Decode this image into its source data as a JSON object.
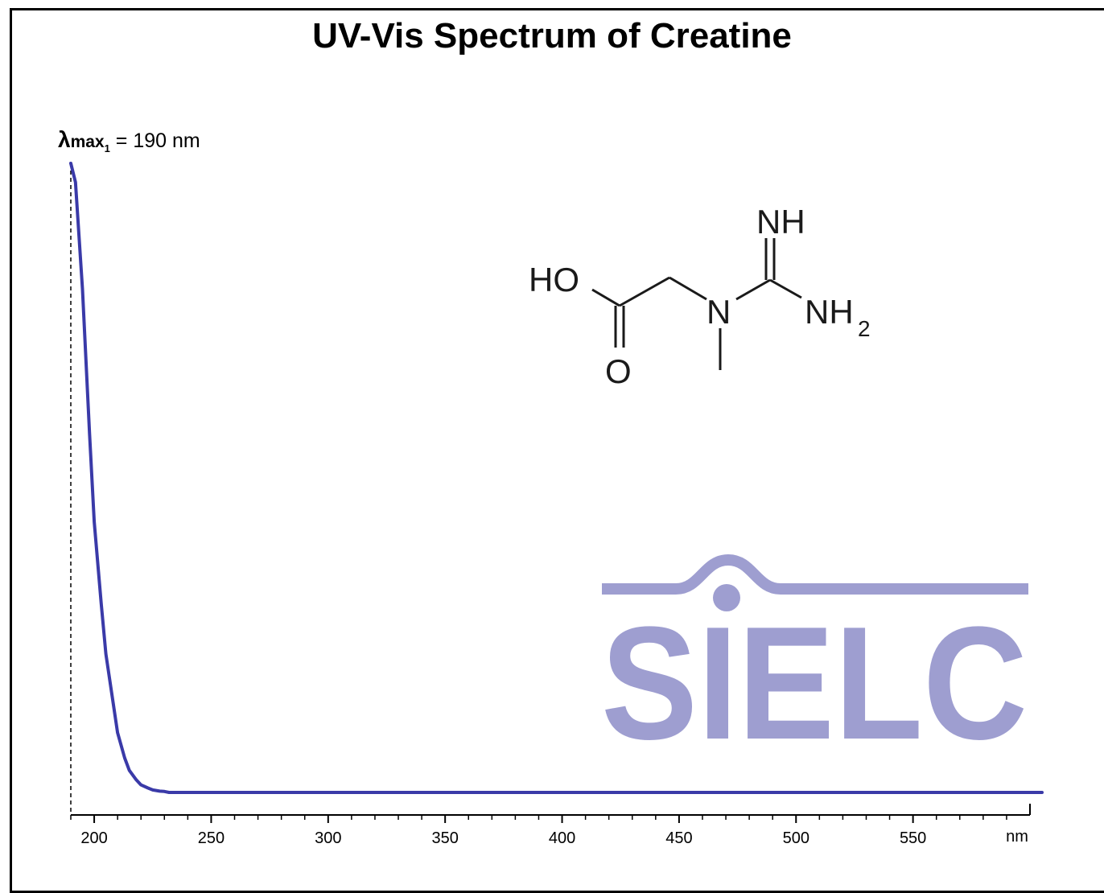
{
  "colors": {
    "line": "#3a3aa8",
    "logo": "#9e9ed0",
    "axis": "#000000",
    "molecule": "#1a1a1a"
  },
  "lambda_max": {
    "symbol": "λ",
    "max_text": "max",
    "subscript": "1",
    "value_text": " = 190 nm"
  },
  "molecule": {
    "labels": [
      "HO",
      "O",
      "N",
      "NH",
      "NH",
      "2"
    ]
  },
  "logo": {
    "text": "SIELC"
  },
  "chart_data": {
    "type": "line",
    "title": "UV-Vis Spectrum of Creatine",
    "xlabel": "nm",
    "ylabel": "",
    "xlim": [
      190,
      600
    ],
    "ylim": [
      0,
      1
    ],
    "x_tick_labels": [
      "200",
      "250",
      "300",
      "350",
      "400",
      "450",
      "500",
      "550"
    ],
    "x_ticks_major": [
      200,
      250,
      300,
      350,
      400,
      450,
      500,
      550
    ],
    "x_ticks_minor_step": 10,
    "x_unit_label": "nm",
    "lambda_max_nm": 190,
    "grid": false,
    "series": [
      {
        "x": [
          190,
          192,
          195,
          198,
          200,
          203,
          205,
          208,
          210,
          213,
          215,
          218,
          220,
          223,
          225,
          228,
          230,
          232,
          235,
          250,
          300,
          350,
          400,
          450,
          500,
          550,
          600
        ],
        "values": [
          1.0,
          0.97,
          0.8,
          0.57,
          0.43,
          0.3,
          0.22,
          0.145,
          0.095,
          0.055,
          0.035,
          0.02,
          0.012,
          0.007,
          0.004,
          0.002,
          0.0015,
          0.0,
          0.0,
          0.0,
          0.0,
          0.0,
          0.0,
          0.0,
          0.0,
          0.0,
          0.0
        ]
      }
    ]
  }
}
